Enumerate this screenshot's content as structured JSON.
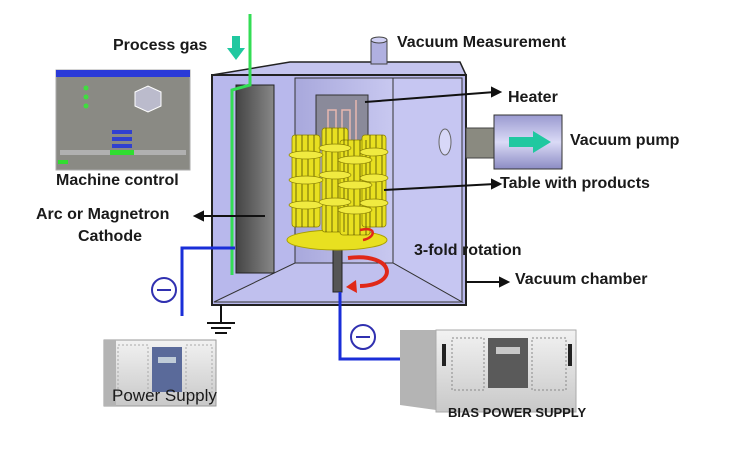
{
  "labels": {
    "process_gas": "Process gas",
    "vacuum_measurement": "Vacuum Measurement",
    "heater": "Heater",
    "vacuum_pump": "Vacuum pump",
    "table_with_products": "Table with products",
    "rotation": "3-fold rotation",
    "vacuum_chamber": "Vacuum chamber",
    "machine_control": "Machine control",
    "cathode_line1": "Arc or Magnetron",
    "cathode_line2": "Cathode",
    "power_supply": "Power Supply",
    "bias_power_supply": "BIAS POWER SUPPLY"
  },
  "symbols": {
    "negative_polarity": "−"
  },
  "colors": {
    "chamber": "#b8b8ec",
    "gas_line": "#33dd55",
    "bias_line": "#1a2ed8",
    "flow_arrow": "#20c8a0",
    "rotation_arrow": "#e02818",
    "products": "#e8e020"
  }
}
